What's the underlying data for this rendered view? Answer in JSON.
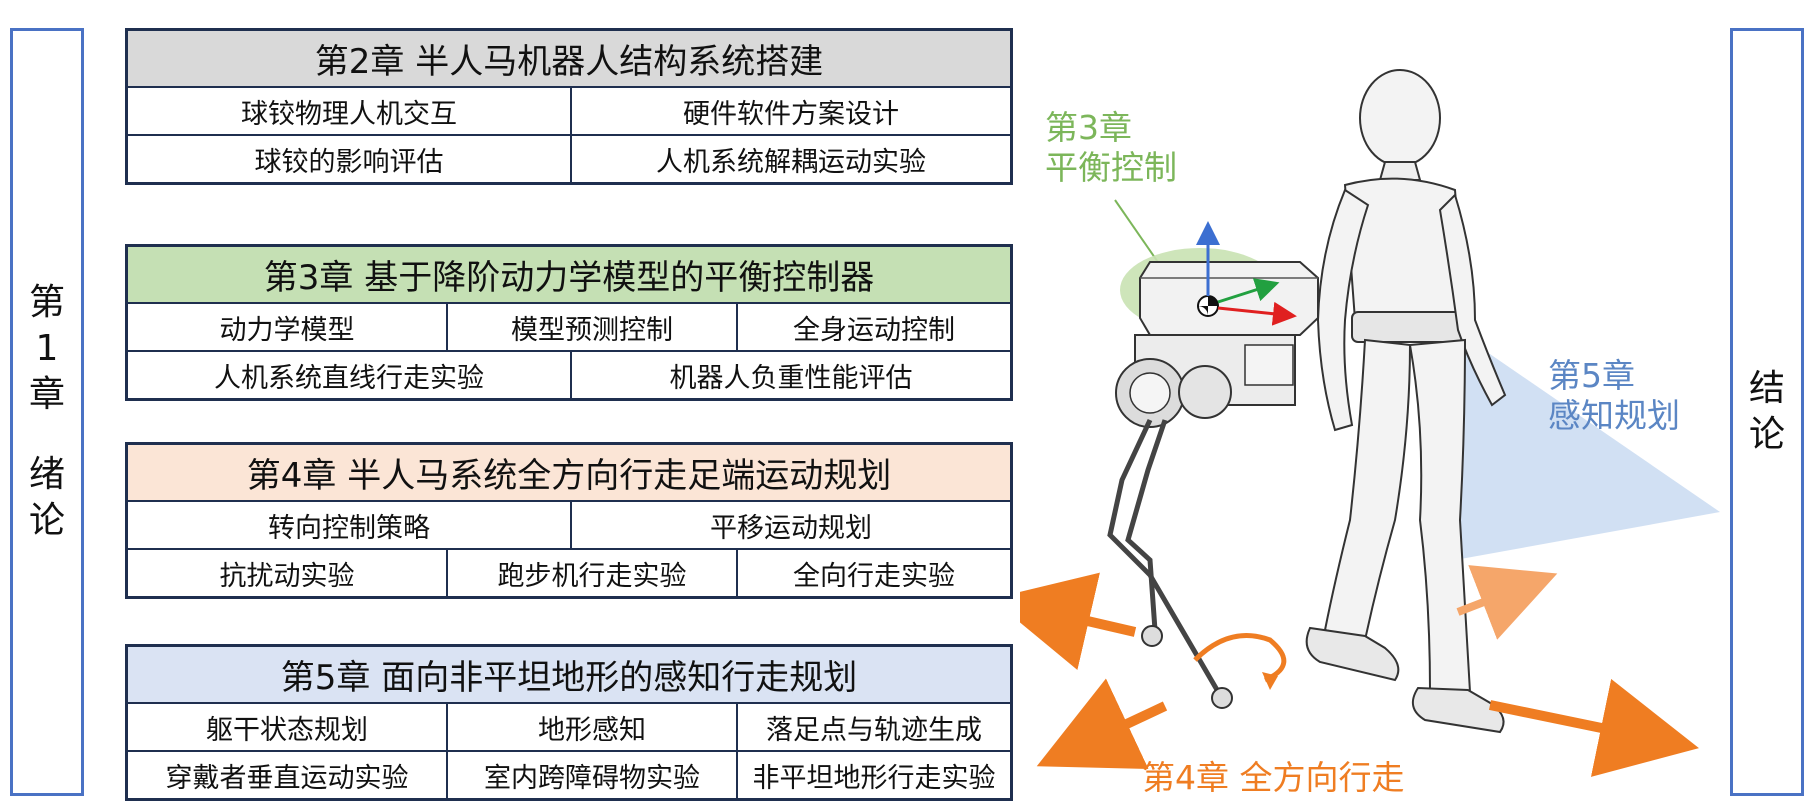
{
  "left_side": {
    "lines": [
      "第",
      "1",
      "章",
      "绪",
      "论"
    ]
  },
  "right_side": {
    "lines": [
      "结",
      "论"
    ]
  },
  "colors": {
    "ch2_head": "#d9d9d9",
    "ch3_head": "#c5e0b4",
    "ch4_head": "#fbe5d6",
    "ch5_head": "#dae3f3",
    "border": "#1f2f4f",
    "side_border": "#4a72c4",
    "green_label": "#7cb65a",
    "blue_label": "#5b86c4",
    "orange": "#ef7d22"
  },
  "chapters": [
    {
      "title": "第2章 半人马机器人结构系统搭建",
      "rows": [
        [
          "球铰物理人机交互",
          "硬件软件方案设计"
        ],
        [
          "球铰的影响评估",
          "人机系统解耦运动实验"
        ]
      ]
    },
    {
      "title": "第3章 基于降阶动力学模型的平衡控制器",
      "rows": [
        [
          "动力学模型",
          "模型预测控制",
          "全身运动控制"
        ],
        [
          "人机系统直线行走实验",
          "机器人负重性能评估"
        ]
      ]
    },
    {
      "title": "第4章 半人马系统全方向行走足端运动规划",
      "rows": [
        [
          "转向控制策略",
          "平移运动规划"
        ],
        [
          "抗扰动实验",
          "跑步机行走实验",
          "全向行走实验"
        ]
      ]
    },
    {
      "title": "第5章 面向非平坦地形的感知行走规划",
      "rows": [
        [
          "躯干状态规划",
          "地形感知",
          "落足点与轨迹生成"
        ],
        [
          "穿戴者垂直运动实验",
          "室内跨障碍物实验",
          "非平坦地形行走实验"
        ]
      ]
    }
  ],
  "figure_labels": {
    "balance": [
      "第3章",
      "平衡控制"
    ],
    "perception": [
      "第5章",
      "感知规划"
    ],
    "omni": "第4章  全方向行走"
  }
}
